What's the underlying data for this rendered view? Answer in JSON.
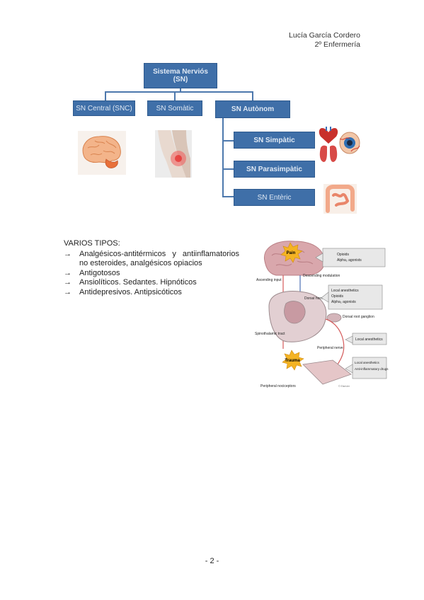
{
  "header": {
    "author": "Lucía García Cordero",
    "course": "2º Enfermería"
  },
  "diagram": {
    "root": "Sistema Nerviós (SN)",
    "level1": [
      "SN Central (SNC)",
      "SN Somàtic",
      "SN Autònom"
    ],
    "autonom_children": [
      "SN Simpàtic",
      "SN Parasimpàtic",
      "SN Entèric"
    ]
  },
  "list": {
    "heading": "VARIOS TIPOS:",
    "arrow": "→",
    "items": [
      "Analgésicos-antitérmicos y antiinflamatorios no esteroides, analgésicos opiacios",
      "Antigotosos",
      "Ansiolíticos. Sedantes. Hipnóticos",
      "Antidepresivos. Antipsicóticos"
    ]
  },
  "pain_figure": {
    "pain": "Pain",
    "opioids": "Opioids",
    "alpha2": "Alpha₂ agonists",
    "ascending": "Ascending input",
    "descending": "Descending modulation",
    "local_anesthetics": "Local anesthetics",
    "dorsal_horn": "Dorsal horn",
    "dorsal_root": "Dorsal root ganglion",
    "spinothalamic": "Spinothalamic tract",
    "local_anesthetics2": "Local anesthetics",
    "peripheral_nerve": "Peripheral nerve",
    "trauma": "Trauma",
    "local_anesthetics3": "Local anesthetics",
    "antiinflammatory": "Anti-inflammatory drugs",
    "nociceptors": "Peripheral nociceptors",
    "credit": "© Elsevier"
  },
  "page_number": "- 2 -"
}
